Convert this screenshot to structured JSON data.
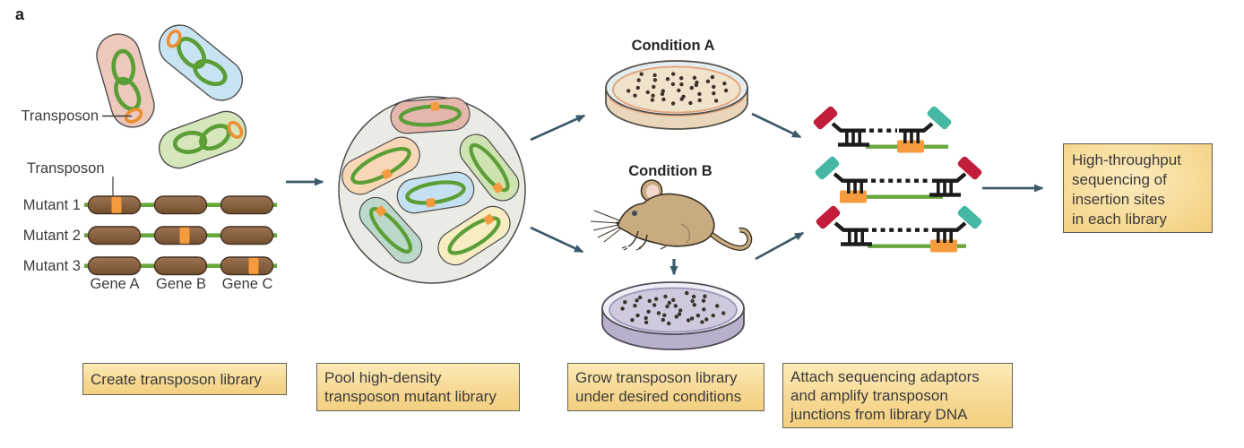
{
  "panel_label": "a",
  "create_section": {
    "transposon_cells_label": "Transposon",
    "transposon_genome_label": "Transposon",
    "mutants": [
      "Mutant 1",
      "Mutant 2",
      "Mutant 3"
    ],
    "genes": [
      "Gene A",
      "Gene B",
      "Gene C"
    ]
  },
  "conditions": {
    "a": "Condition A",
    "b": "Condition B"
  },
  "steps": [
    {
      "lines": [
        "Create transposon library"
      ]
    },
    {
      "lines": [
        "Pool high-density",
        "transposon mutant library"
      ]
    },
    {
      "lines": [
        "Grow transposon library",
        "under desired conditions"
      ]
    },
    {
      "lines": [
        "Attach sequencing adaptors",
        "and amplify transposon",
        "junctions from library DNA"
      ]
    }
  ],
  "result": {
    "lines": [
      "High-throughput",
      "sequencing of",
      "insertion sites",
      "in each library"
    ]
  },
  "colors": {
    "dna_green": "#67a63b",
    "transposon_orange": "#f59b3d",
    "adaptor_red": "#c11c3b",
    "adaptor_teal": "#45b7a3",
    "arrow_slate": "#3d5a68",
    "gene_brown": "#88603f",
    "step_box_fill": "#f7d994",
    "step_box_border": "#66655a",
    "text_gray": "#3c3c3c"
  }
}
